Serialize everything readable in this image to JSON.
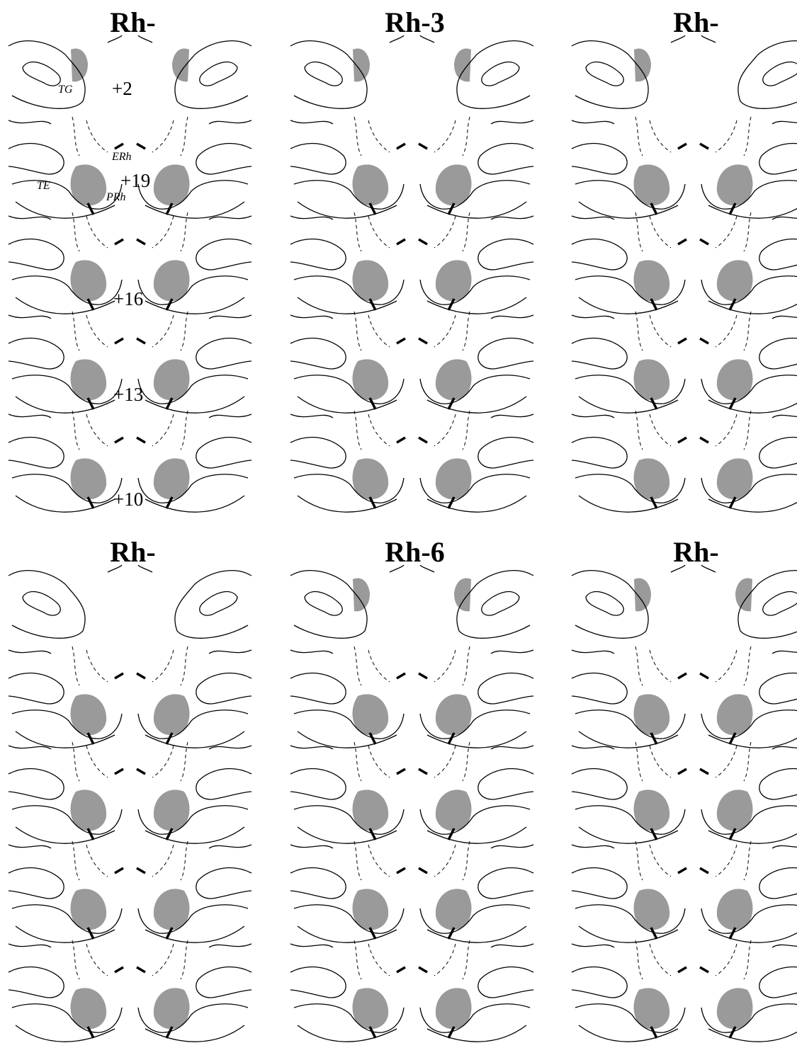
{
  "figure": {
    "panels": [
      {
        "title": "Rh-",
        "level_labels": [
          "+2",
          "+19",
          "+16",
          "+13",
          "+10"
        ]
      },
      {
        "title": "Rh-3",
        "level_labels": []
      },
      {
        "title": "Rh-",
        "level_labels": []
      },
      {
        "title": "Rh-",
        "level_labels": []
      },
      {
        "title": "Rh-6",
        "level_labels": []
      },
      {
        "title": "Rh-",
        "level_labels": []
      }
    ],
    "region_labels": {
      "tg": "TG",
      "erh": "ERh",
      "te": "TE",
      "prh": "PRh"
    },
    "colors": {
      "lesion": "#9a9a9a",
      "outline": "#000000",
      "background": "#ffffff"
    }
  }
}
